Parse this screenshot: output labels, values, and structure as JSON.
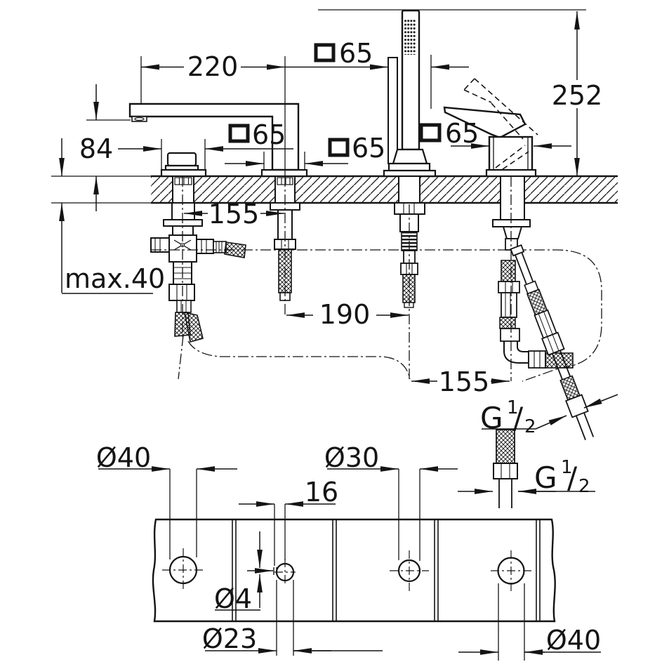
{
  "drawing": {
    "elevation": {
      "spout_projection": "220",
      "escutcheon_knob": "65",
      "escutcheon_shower": "65",
      "escutcheon_lever": "65",
      "escutcheon_spout": "65",
      "spout_height": "84",
      "shower_height": "252",
      "max_deck_thickness": "max.40",
      "spacing_knob_spout": "155",
      "spacing_spout_shower": "190",
      "spacing_shower_lever": "155",
      "thread_left": {
        "g": "G",
        "sup": "1",
        "slash": "/",
        "sub": "2"
      },
      "thread_right": {
        "g": "G",
        "sup": "1",
        "slash": "/",
        "sub": "2"
      }
    },
    "plan": {
      "hole_left": "Ø40",
      "hole_small": "Ø23",
      "pilot_hole": "Ø4",
      "pilot_offset": "16",
      "hole_shower": "Ø30",
      "hole_right": "Ø40"
    }
  }
}
